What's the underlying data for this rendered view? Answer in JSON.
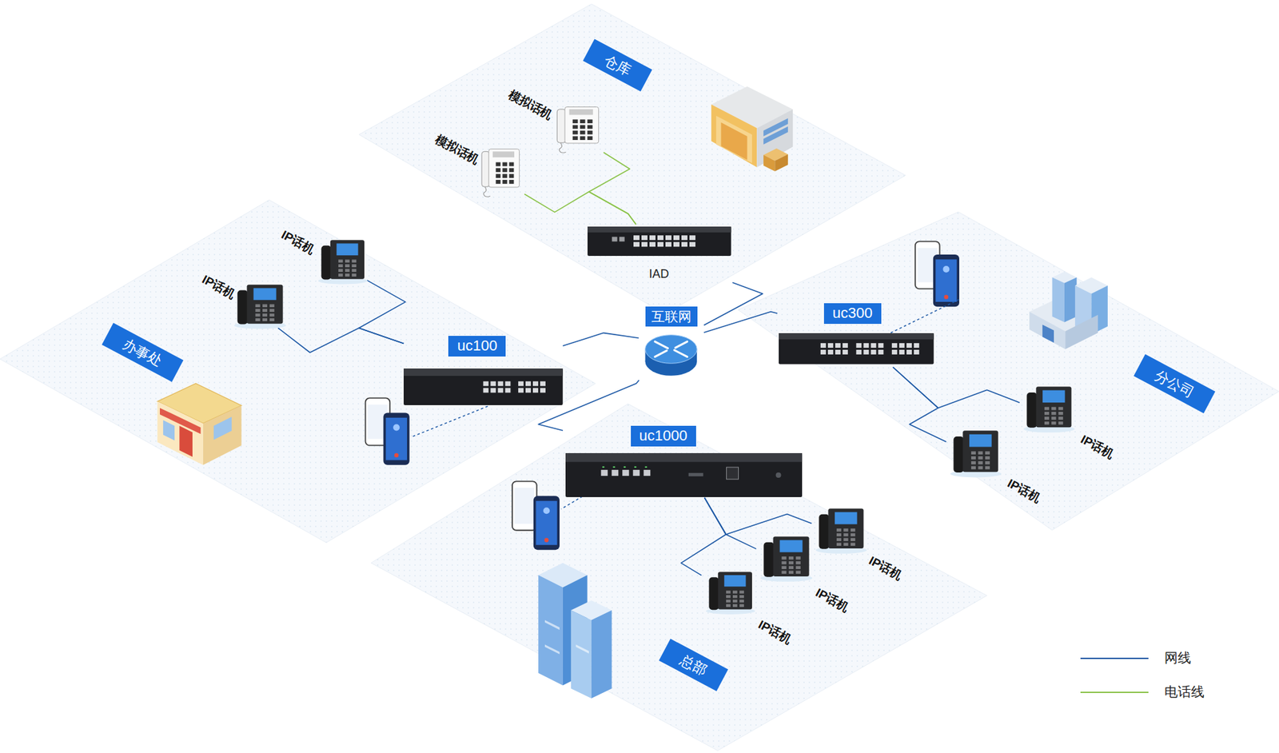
{
  "diagram": {
    "nodes": [
      {
        "text": [
          "仓库"
        ]
      },
      {
        "text": [
          "模拟话机"
        ],
        "in": 0
      },
      {
        "text": [
          "模拟话机"
        ],
        "in": 0
      },
      {
        "text": [
          "IAD"
        ],
        "in": 0
      },
      {
        "text": [
          "办事处"
        ]
      },
      {
        "text": [
          "IP话机"
        ],
        "in": 4
      },
      {
        "text": [
          "IP话机"
        ],
        "in": 4
      },
      {
        "text": [
          "uc100"
        ],
        "in": 4
      },
      {
        "text": [
          "互联网"
        ]
      },
      {
        "text": [
          "分公司"
        ]
      },
      {
        "text": [
          "uc300"
        ],
        "in": 9
      },
      {
        "text": [
          "IP话机"
        ],
        "in": 9
      },
      {
        "text": [
          "IP话机"
        ],
        "in": 9
      },
      {
        "text": [
          "总部"
        ]
      },
      {
        "text": [
          "uc1000"
        ],
        "in": 13
      },
      {
        "text": [
          "IP话机"
        ],
        "in": 13
      },
      {
        "text": [
          "IP话机"
        ],
        "in": 13
      },
      {
        "text": [
          "IP话机"
        ],
        "in": 13
      }
    ],
    "edges": [
      {
        "from": 1,
        "to": 3,
        "arrow": "none"
      },
      {
        "from": 2,
        "to": 3,
        "arrow": "none"
      },
      {
        "from": 3,
        "to": 8,
        "arrow": "none"
      },
      {
        "from": 7,
        "to": 8,
        "arrow": "none"
      },
      {
        "from": 10,
        "to": 8,
        "arrow": "none"
      },
      {
        "from": 14,
        "to": 8,
        "arrow": "none"
      },
      {
        "from": 5,
        "to": 7,
        "arrow": "none"
      },
      {
        "from": 6,
        "to": 7,
        "arrow": "none"
      },
      {
        "from": 11,
        "to": 10,
        "arrow": "none"
      },
      {
        "from": 12,
        "to": 10,
        "arrow": "none"
      },
      {
        "from": 15,
        "to": 14,
        "arrow": "none"
      },
      {
        "from": 16,
        "to": 14,
        "arrow": "none"
      },
      {
        "from": 17,
        "to": 14,
        "arrow": "none"
      }
    ],
    "legend": [
      {
        "text": "网线",
        "color": "#1f5aa6"
      },
      {
        "text": "电话线",
        "color": "#8bc34a"
      }
    ]
  }
}
